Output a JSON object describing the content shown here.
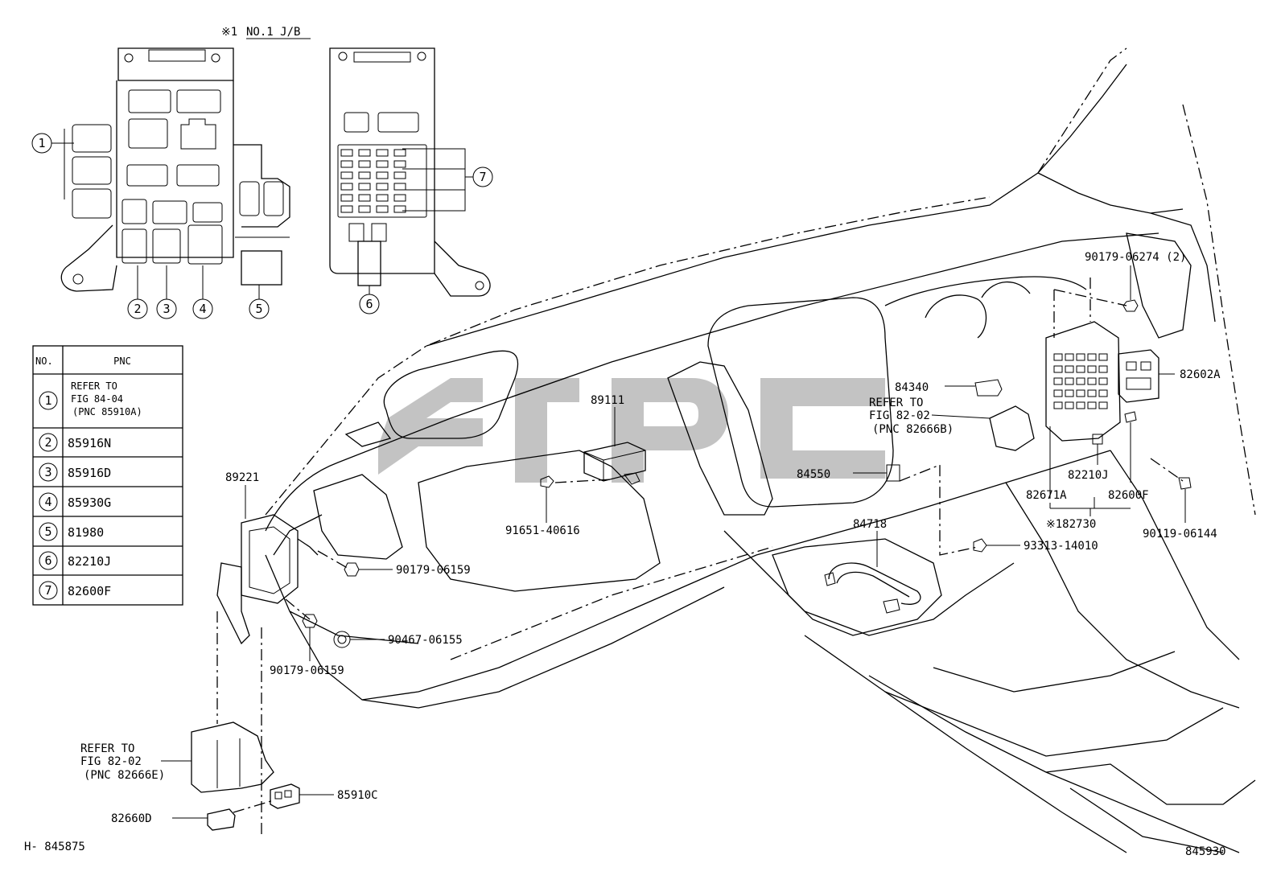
{
  "header": {
    "note_mark": "※1",
    "note_text": "NO.1 J/B"
  },
  "table": {
    "headers": [
      "NO.",
      "PNC"
    ],
    "rows": [
      {
        "no": "1",
        "pnc_lines": [
          "REFER TO",
          "FIG 84-04",
          "(PNC 85910A)"
        ]
      },
      {
        "no": "2",
        "pnc_lines": [
          "85916N"
        ]
      },
      {
        "no": "3",
        "pnc_lines": [
          "85916D"
        ]
      },
      {
        "no": "4",
        "pnc_lines": [
          "85930G"
        ]
      },
      {
        "no": "5",
        "pnc_lines": [
          "81980"
        ]
      },
      {
        "no": "6",
        "pnc_lines": [
          "82210J"
        ]
      },
      {
        "no": "7",
        "pnc_lines": [
          "82600F"
        ]
      }
    ]
  },
  "callout_numbers": [
    "1",
    "2",
    "3",
    "4",
    "5",
    "6",
    "7"
  ],
  "part_labels": {
    "p89221": "89221",
    "p89111": "89111",
    "p91651": "91651-40616",
    "p90179_a": "90179-06159",
    "p90467": "90467-06155",
    "p90179_b": "90179-06159",
    "p85910c": "85910C",
    "p82660d": "82660D",
    "p84340": "84340",
    "p84550": "84550",
    "p84718": "84718",
    "p93313": "93313-14010",
    "p90179_c": "90179-06274 (2)",
    "p82602a": "82602A",
    "p82210j": "82210J",
    "p82671a": "82671A",
    "p82600f": "82600F",
    "p182730": "※182730",
    "p90119": "90119-06144"
  },
  "refer_right": [
    "REFER TO",
    "FIG 82-02",
    "(PNC 82666B)"
  ],
  "refer_left": [
    "REFER TO",
    "FIG 82-02",
    "(PNC 82666E)"
  ],
  "footer": {
    "left_code": "H- 845875",
    "right_code": "845930"
  }
}
